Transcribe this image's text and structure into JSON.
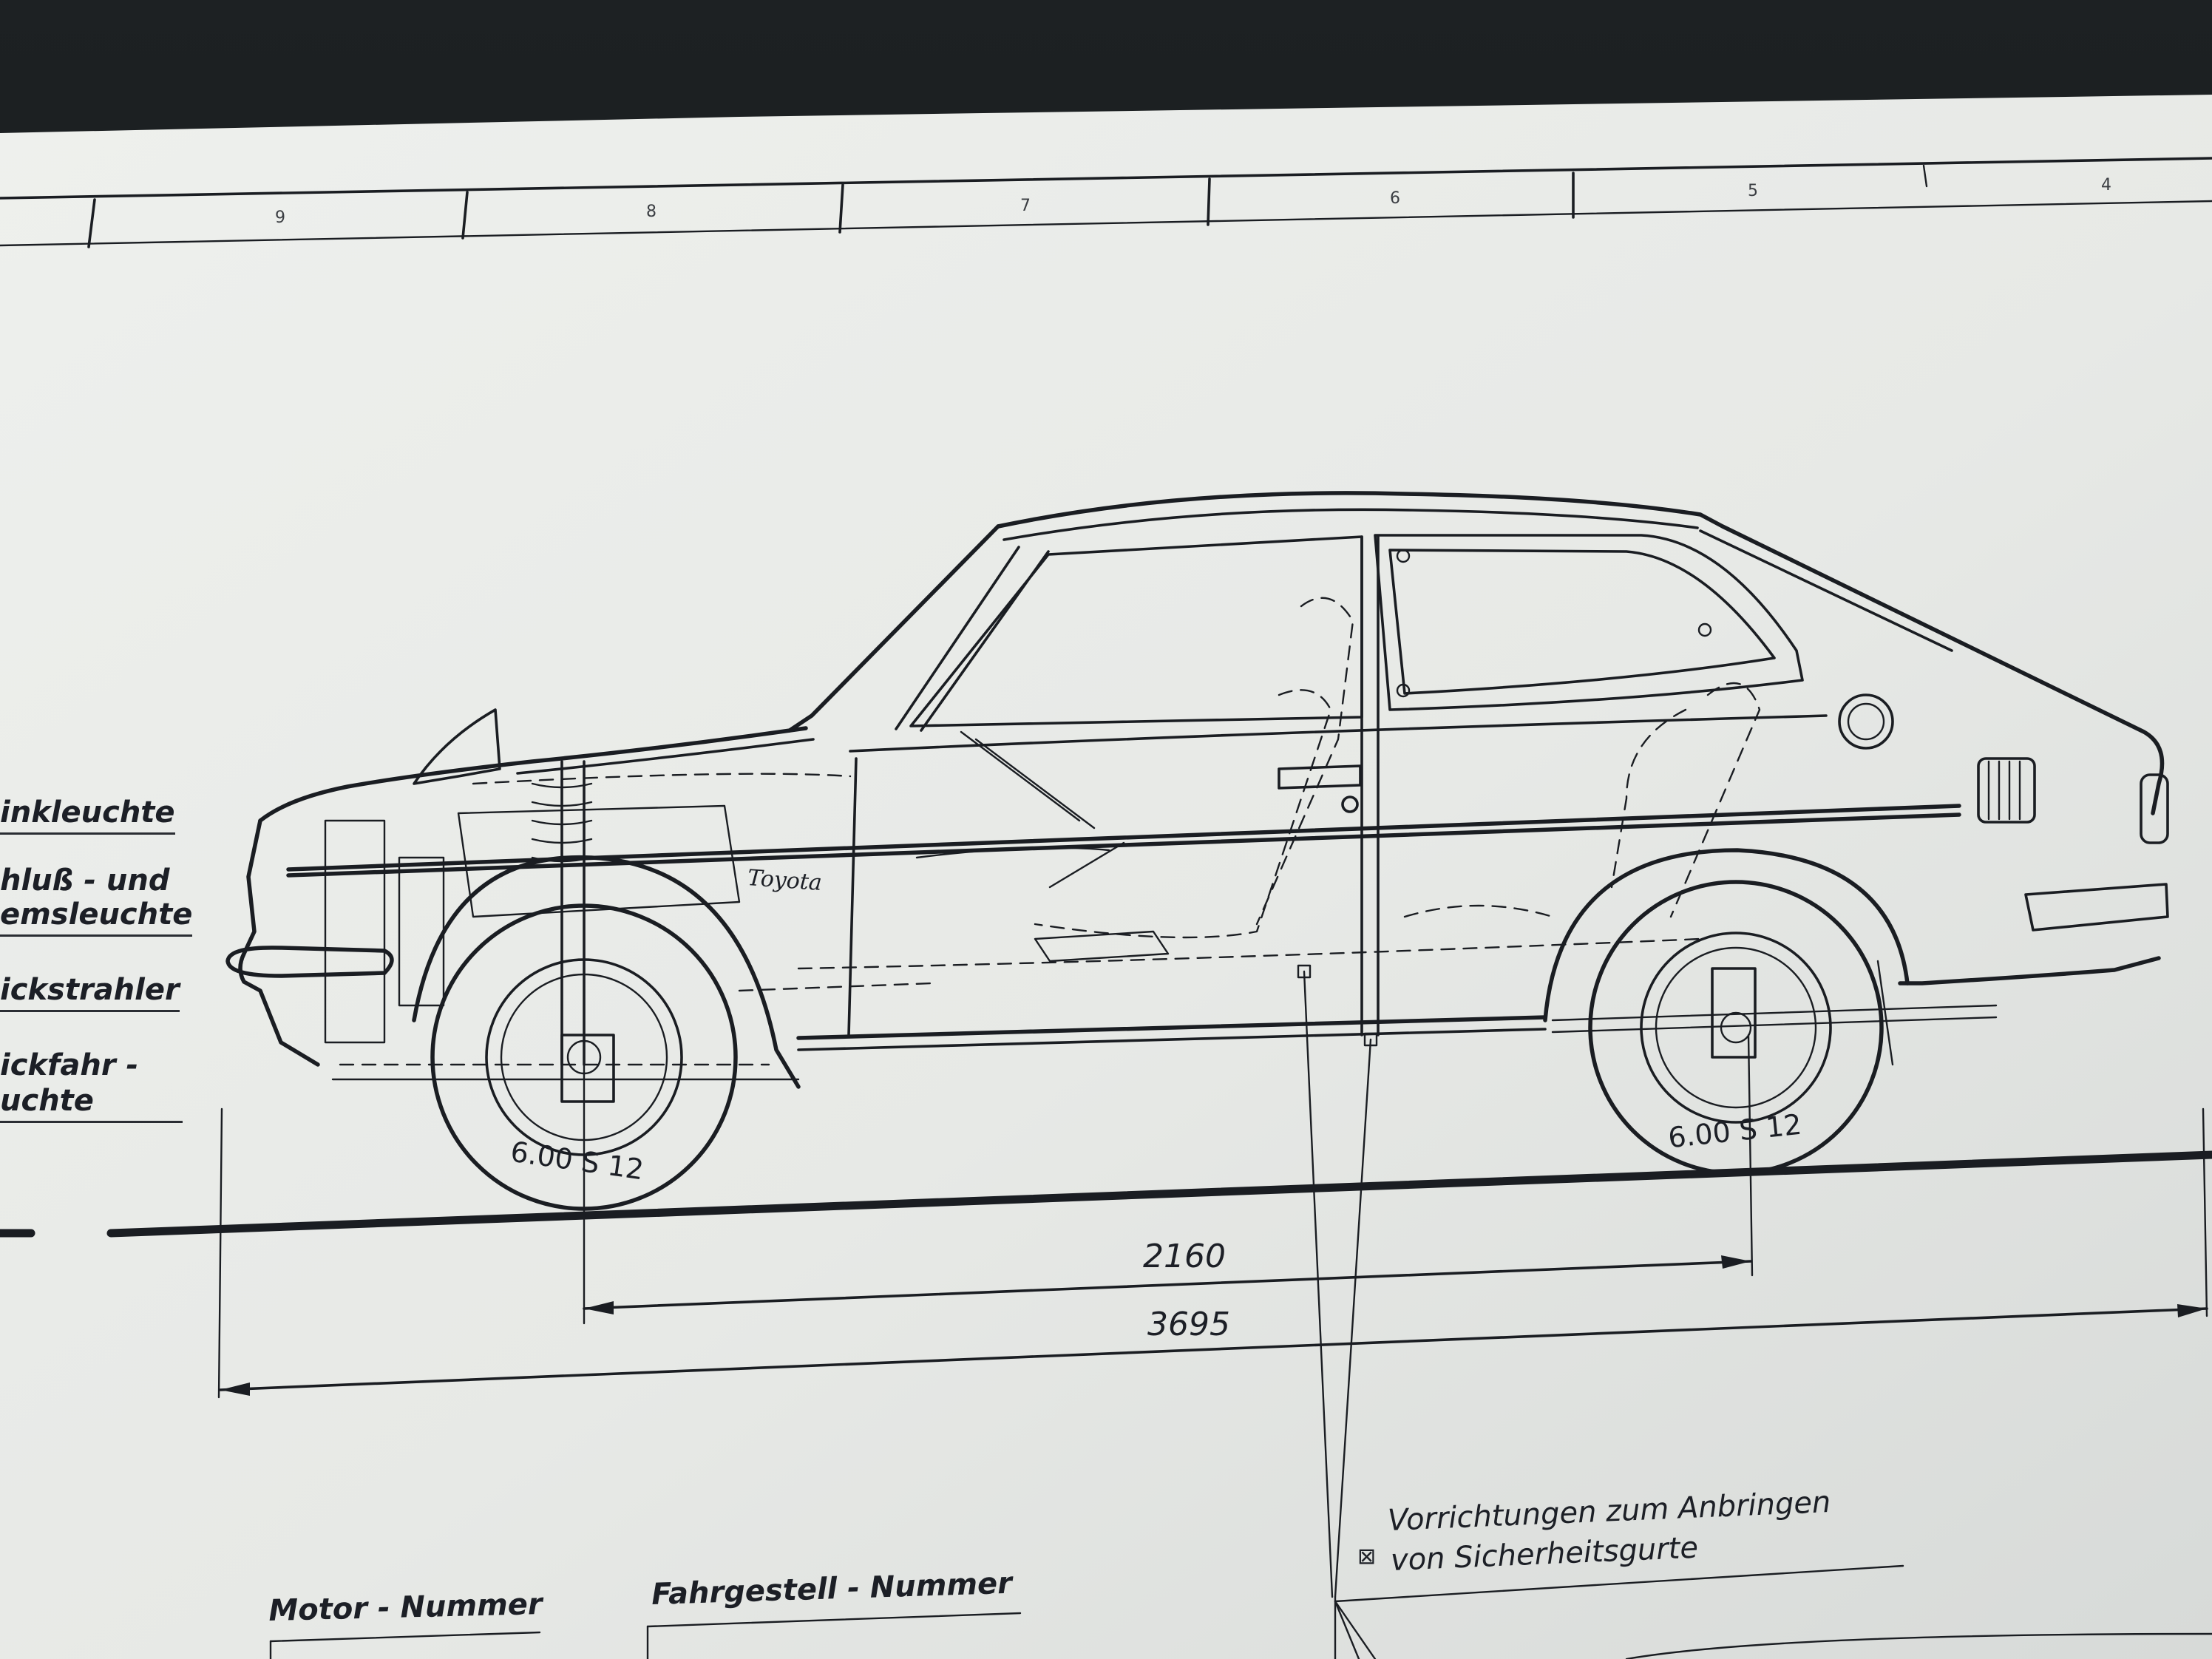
{
  "zone_numbers": [
    "9",
    "8",
    "7",
    "6",
    "5",
    "4"
  ],
  "legend": {
    "items": [
      {
        "id": "indicator",
        "lines": [
          "inkleuchte"
        ]
      },
      {
        "id": "tail_brake",
        "lines": [
          "hluß - und",
          "emsleuchte"
        ]
      },
      {
        "id": "reflector",
        "lines": [
          "ickstrahler"
        ]
      },
      {
        "id": "reverse",
        "lines": [
          "ickfahr -",
          "uchte"
        ]
      }
    ]
  },
  "dimensions": {
    "wheelbase": "2160",
    "overall_length": "3695"
  },
  "tires": {
    "front": "6.00 S 12",
    "rear": "6.00 S 12"
  },
  "badge": "Toyota",
  "belt_note": {
    "symbol": "⊠",
    "line1": "Vorrichtungen zum Anbringen",
    "line2": "von Sicherheitsgurte"
  },
  "fields": {
    "motor": "Motor - Nummer",
    "chassis": "Fahrgestell - Nummer"
  },
  "colors": {
    "paper": "#e9ebe8",
    "ink": "#1a1d22"
  }
}
